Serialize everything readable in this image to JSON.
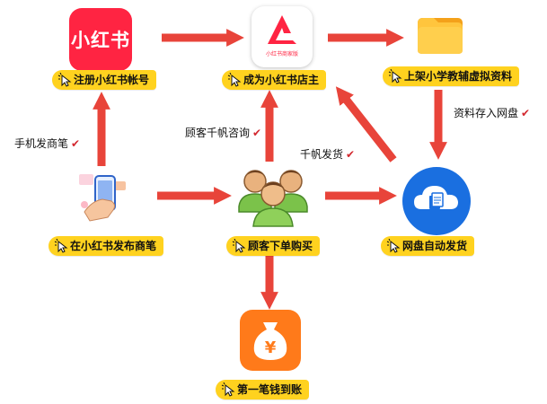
{
  "nodes": {
    "register": {
      "label": "注册小红书帐号",
      "logo_text": "小红书"
    },
    "become_owner": {
      "label": "成为小红书店主",
      "logo_subtext": "小红书商家版"
    },
    "list_materials": {
      "label": "上架小学教辅虚拟资料"
    },
    "publish_note": {
      "label": "在小红书发布商笔"
    },
    "customer_order": {
      "label": "顾客下单购买"
    },
    "auto_delivery": {
      "label": "网盘自动发货"
    },
    "first_income": {
      "label": "第一笔钱到账"
    }
  },
  "notes": {
    "phone_note": "手机发商笔",
    "customer_inquiry": "顾客千帆咨询",
    "qianfan_delivery": "千帆发货",
    "save_to_cloud": "资料存入网盘",
    "check_mark": "✔"
  },
  "colors": {
    "arrow": "#e8443a",
    "label_bg": "#ffd21f",
    "xhs_red": "#ff2442",
    "cloud_blue": "#1a6fe0",
    "money_orange": "#ff7a1a",
    "check_red": "#d3282f"
  },
  "icons": {
    "register": "xiaohongshu-logo-icon",
    "become_owner": "xiaohongshu-merchant-logo-icon",
    "list_materials": "folder-icon",
    "publish_note": "phone-hand-icon",
    "customer_order": "customers-group-icon",
    "auto_delivery": "cloud-drive-icon",
    "first_income": "money-bag-icon",
    "label_marker": "pointer-cursor-icon"
  }
}
